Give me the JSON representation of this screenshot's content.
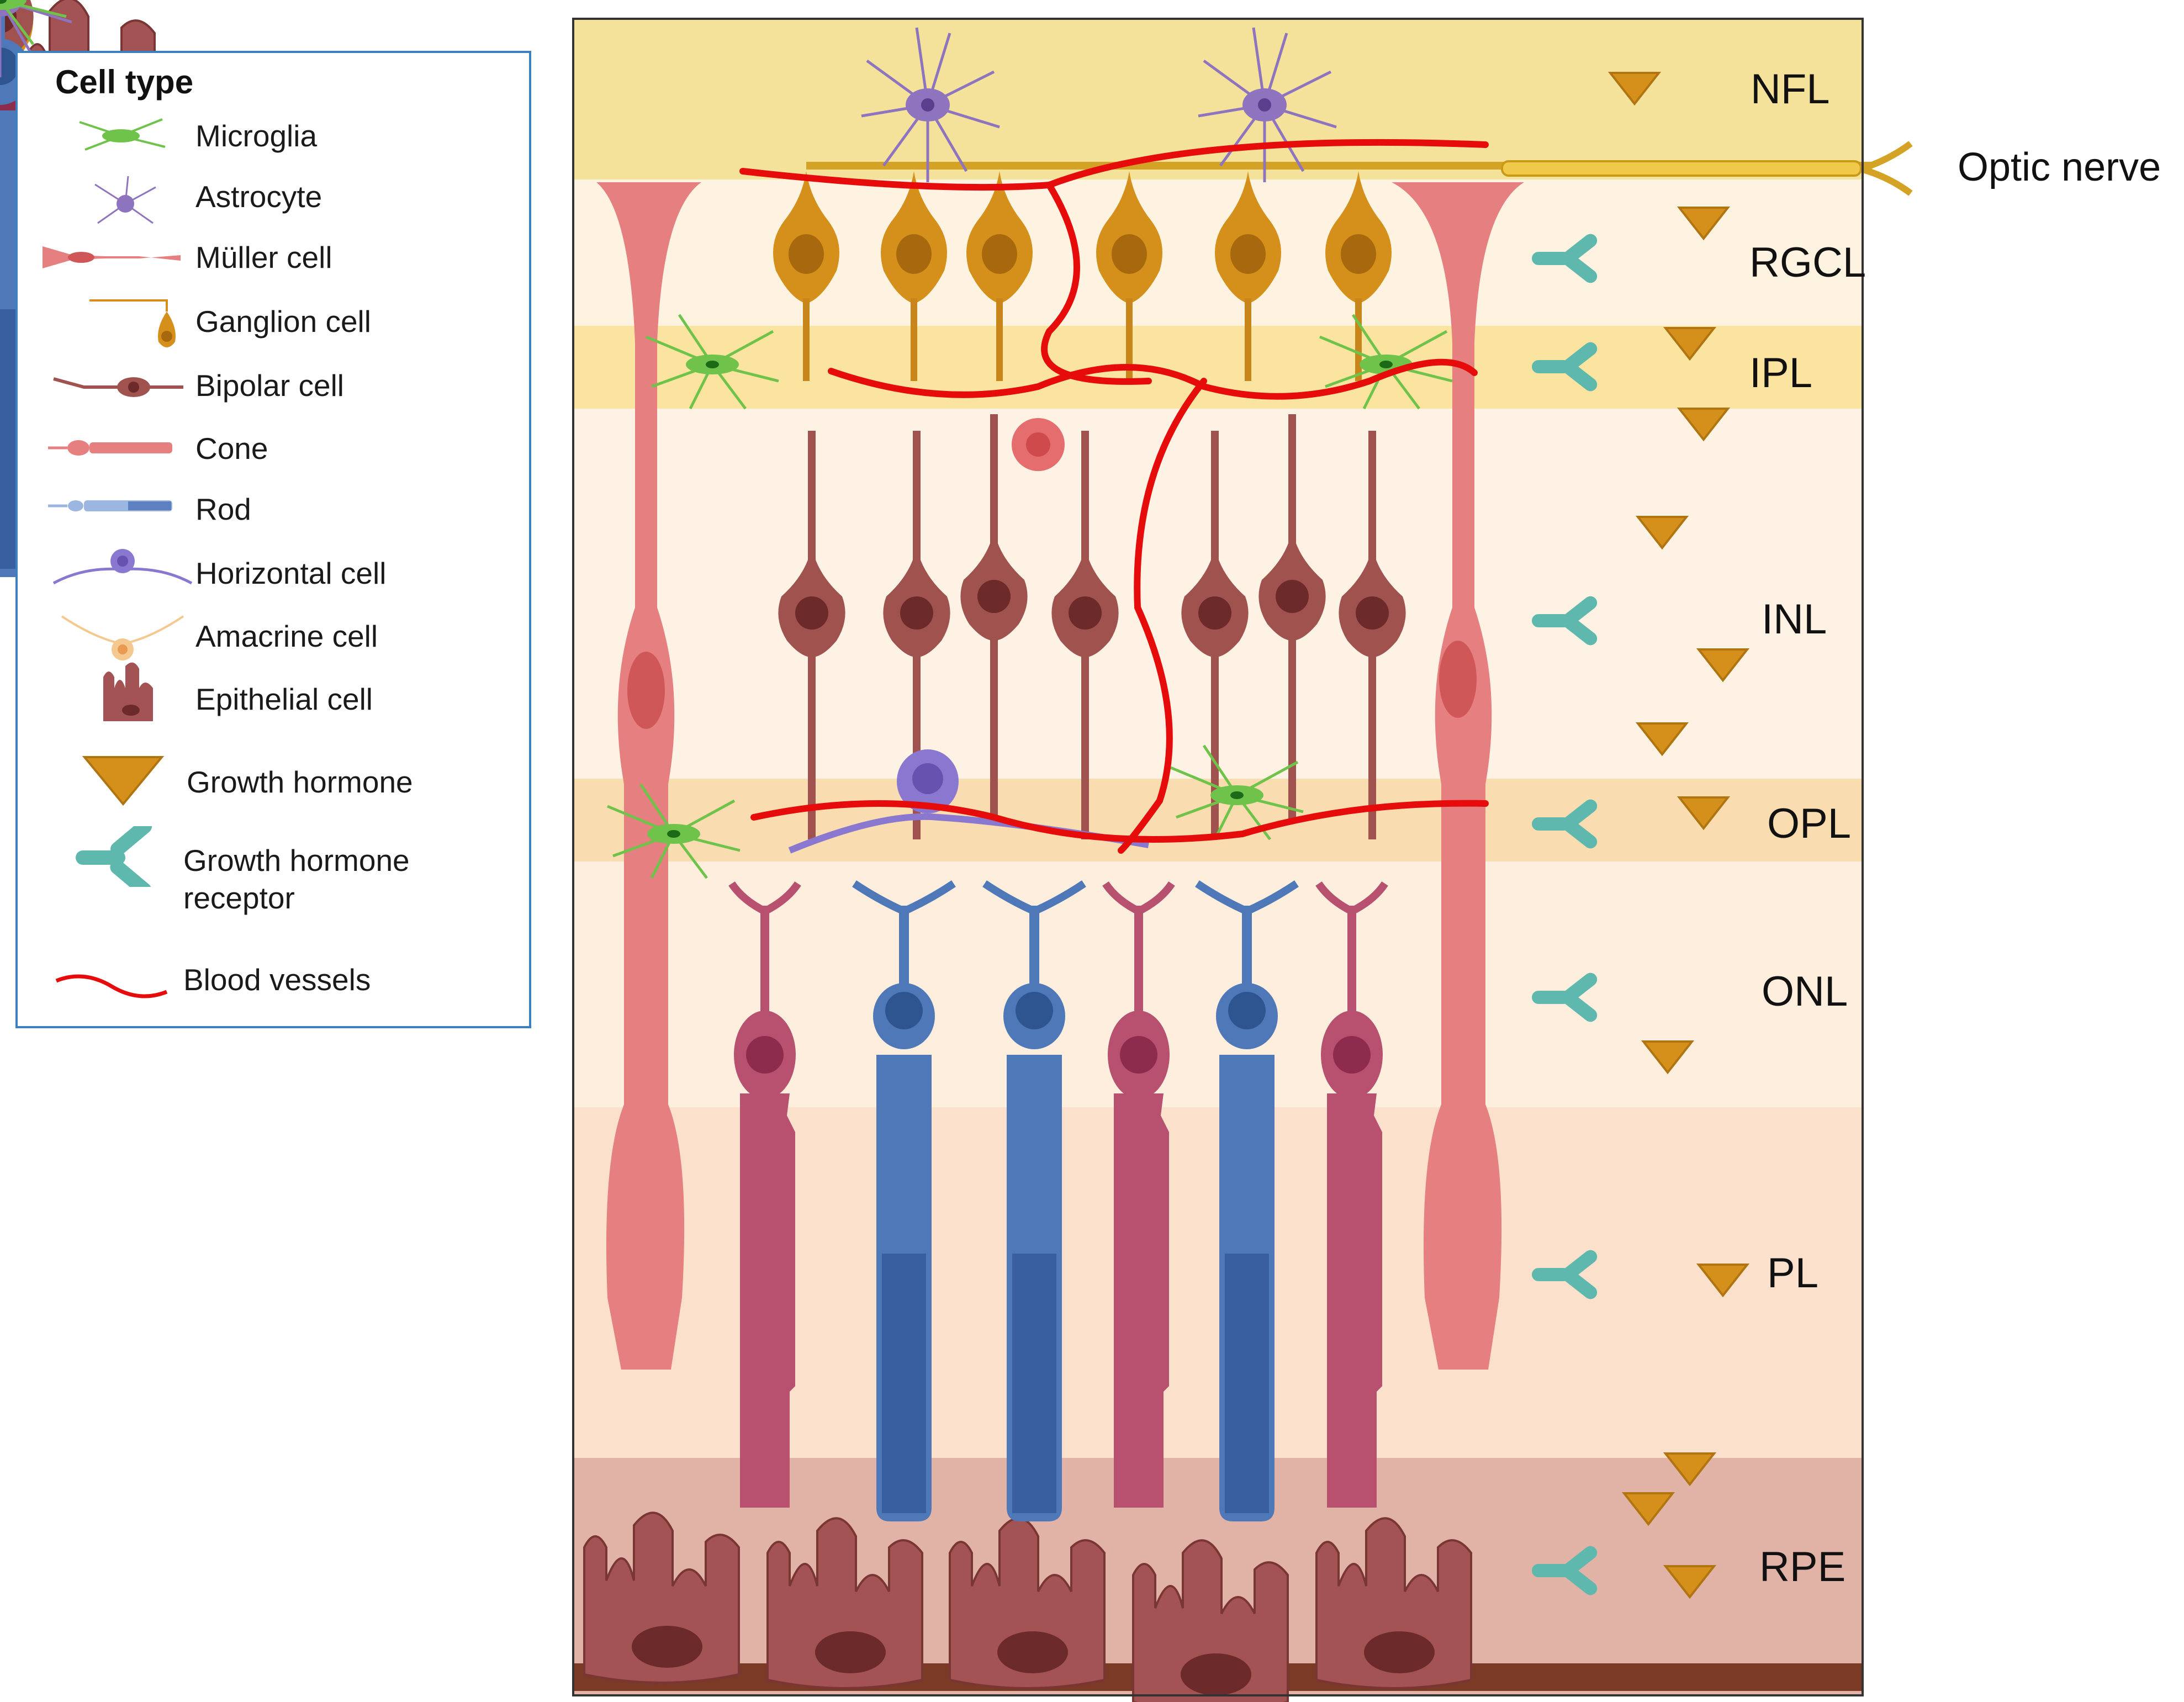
{
  "legend": {
    "title": "Cell type",
    "items": [
      {
        "label": "Microglia",
        "icon": "microglia-icon"
      },
      {
        "label": "Astrocyte",
        "icon": "astrocyte-icon"
      },
      {
        "label": "Müller cell",
        "icon": "muller-cell-icon"
      },
      {
        "label": "Ganglion cell",
        "icon": "ganglion-cell-icon"
      },
      {
        "label": "Bipolar cell",
        "icon": "bipolar-cell-icon"
      },
      {
        "label": "Cone",
        "icon": "cone-icon"
      },
      {
        "label": "Rod",
        "icon": "rod-icon"
      },
      {
        "label": "Horizontal cell",
        "icon": "horizontal-cell-icon"
      },
      {
        "label": "Amacrine cell",
        "icon": "amacrine-cell-icon"
      },
      {
        "label": "Epithelial cell",
        "icon": "epithelial-cell-icon"
      },
      {
        "label": "Growth hormone",
        "icon": "growth-hormone-icon"
      },
      {
        "label": "Growth hormone receptor",
        "line1": "Growth hormone",
        "line2": "receptor",
        "icon": "growth-hormone-receptor-icon"
      },
      {
        "label": "Blood vessels",
        "icon": "blood-vessel-icon"
      }
    ]
  },
  "layers": [
    {
      "label": "NFL",
      "color": "#f5e29a"
    },
    {
      "label": "RGCL",
      "color": "#fdf3e0"
    },
    {
      "label": "IPL",
      "color": "#fbe3a0"
    },
    {
      "label": "INL",
      "color": "#fdf2e4"
    },
    {
      "label": "OPL",
      "color": "#f9ddb0"
    },
    {
      "label": "ONL",
      "color": "#fdeede"
    },
    {
      "label": "PL",
      "color": "#fbe1cc"
    },
    {
      "label": "RPE",
      "color": "#e0b3a6"
    }
  ],
  "optic_nerve_label": "Optic nerve",
  "colors": {
    "ganglion": "#d4901a",
    "bipolar": "#a0524f",
    "cone": "#b8506f",
    "rod": "#4f78b8",
    "muller": "#e67f7f",
    "microglia": "#6fc24a",
    "astrocyte": "#8e74bf",
    "horizontal": "#8a78d0",
    "amacrine": "#e56d6d",
    "epithelial": "#9a4848",
    "growth_hormone": "#d4901a",
    "receptor": "#5fb8ad",
    "vessel": "#e60c0c",
    "frame": "#333333"
  }
}
